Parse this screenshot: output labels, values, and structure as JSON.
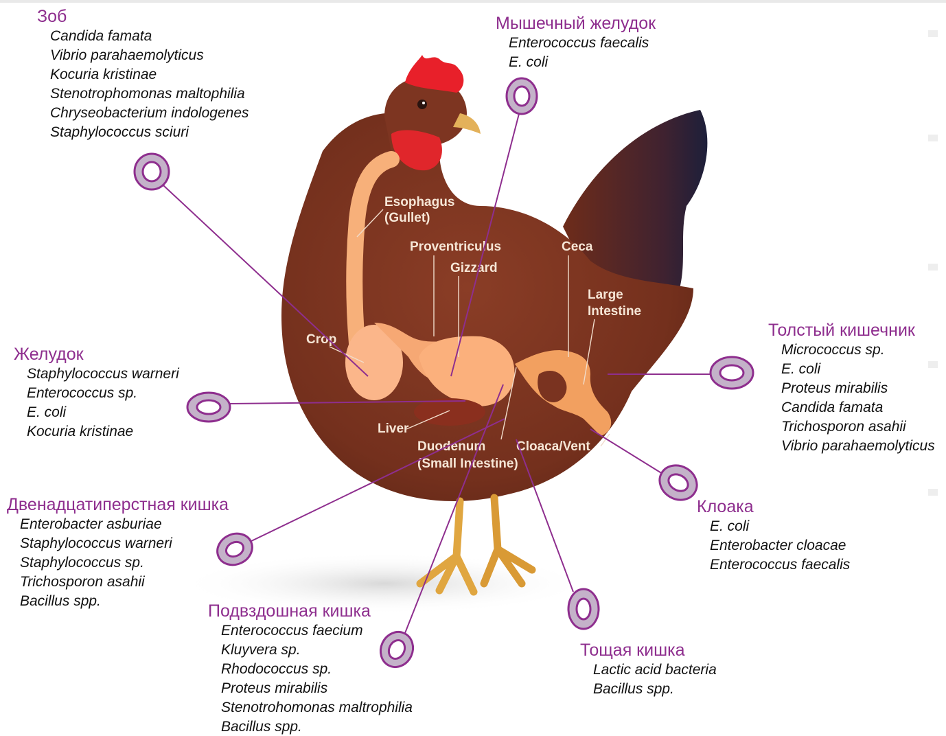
{
  "colors": {
    "heading": "#8e2e8e",
    "leader_line": "#8e2e8e",
    "ring_fill": "#c4b2c9",
    "ring_stroke": "#8e2e8e",
    "plumage": "#7a3320",
    "gut": "#f7b07a",
    "legs": "#e0a640"
  },
  "icons": [
    "ring-marker-icon",
    "hen-illustration"
  ],
  "anatomy_labels": {
    "esophagus_1": "Esophagus",
    "esophagus_2": "(Gullet)",
    "proventriculus": "Proventriculus",
    "gizzard": "Gizzard",
    "ceca": "Ceca",
    "large_intestine_1": "Large",
    "large_intestine_2": "Intestine",
    "crop": "Crop",
    "liver": "Liver",
    "duodenum_1": "Duodenum",
    "duodenum_2": "(Small Intestine)",
    "cloaca": "Cloaca/Vent"
  },
  "sections": {
    "crop": {
      "title": "Зоб",
      "species": [
        "Candida famata",
        "Vibrio parahaemolyticus",
        "Kocuria kristinae",
        "Stenotrophomonas maltophilia",
        "Chryseobacterium indologenes",
        "Staphylococcus sciuri"
      ]
    },
    "gizzard": {
      "title": "Мышечный желудок",
      "species": [
        "Enterococcus faecalis",
        "E. coli"
      ]
    },
    "stomach": {
      "title": "Желудок",
      "species": [
        "Staphylococcus warneri",
        "Enterococcus sp.",
        "E. coli",
        "Kocuria kristinae"
      ]
    },
    "large_intestine": {
      "title": "Толстый кишечник",
      "species": [
        "Micrococcus sp.",
        "E. coli",
        "Proteus mirabilis",
        "Candida famata",
        "Trichosporon asahii",
        "Vibrio parahaemolyticus"
      ]
    },
    "duodenum": {
      "title": "Двенадцатиперстная кишка",
      "species": [
        "Enterobacter asburiae",
        "Staphylococcus warneri",
        "Staphylococcus sp.",
        "Trichosporon asahii",
        "Bacillus spp."
      ]
    },
    "cloaca": {
      "title": "Клоака",
      "species": [
        "E. coli",
        "Enterobacter cloacae",
        "Enterococcus faecalis"
      ]
    },
    "ileum": {
      "title": "Подвздошная кишка",
      "species": [
        "Enterococcus faecium",
        "Kluyvera sp.",
        "Rhodococcus sp.",
        "Proteus mirabilis",
        "Stenotrohomonas maltrophilia",
        "Bacillus spp."
      ]
    },
    "jejunum": {
      "title": "Тощая кишка",
      "species": [
        "Lactic acid bacteria",
        "Bacillus spp."
      ]
    }
  }
}
